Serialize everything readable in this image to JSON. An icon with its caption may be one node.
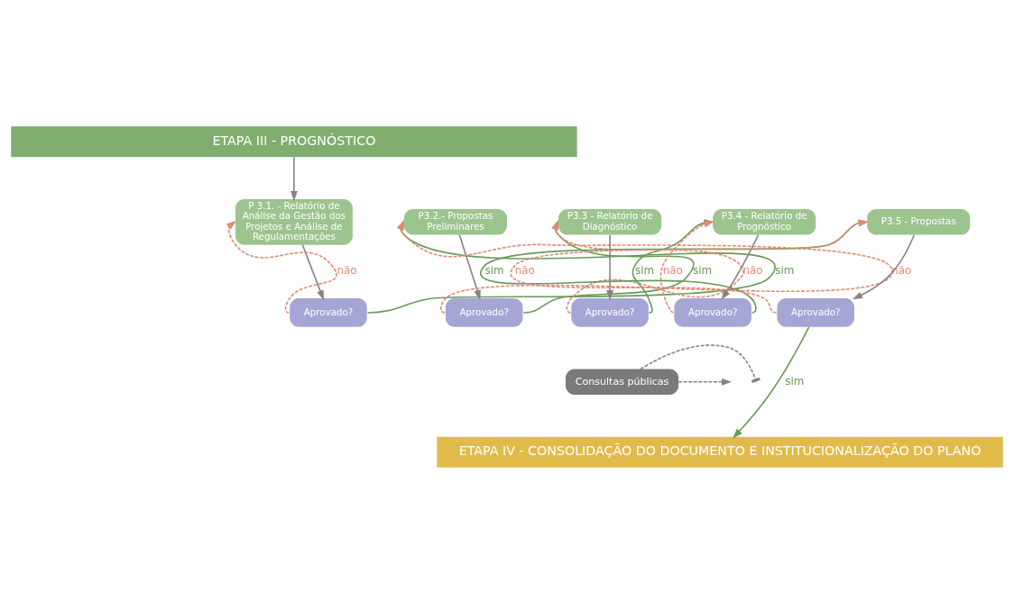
{
  "diagram": {
    "nodes": [
      {
        "text": [
          "ETAPA III - PROGNÓSTICO"
        ]
      },
      {
        "text": [
          "P 3.1. - Relatório de Análise da Gestão dos Projetos e Análise de Regulamentações"
        ]
      },
      {
        "text": [
          "Aprovado?"
        ]
      },
      {
        "text": [
          "P3.2.- Propostas Preliminares"
        ]
      },
      {
        "text": [
          "Aprovado?"
        ]
      },
      {
        "text": [
          "P3.3 - Relatório de Diagnóstico"
        ]
      },
      {
        "text": [
          "Aprovado?"
        ]
      },
      {
        "text": [
          "P3.4 - Relatório de Prognóstico"
        ]
      },
      {
        "text": [
          "Aprovado?"
        ]
      },
      {
        "text": [
          "P3.5 - Propostas"
        ]
      },
      {
        "text": [
          "Aprovado?"
        ]
      },
      {
        "text": [
          "Consultas públicas"
        ]
      },
      {
        "text": [
          "ETAPA IV - CONSOLIDAÇÃO DO DOCUMENTO E INSTITUCIONALIZAÇÃO DO PLANO"
        ]
      }
    ],
    "edges": [
      {
        "from": 0,
        "to": 1,
        "arrow": "to"
      },
      {
        "from": 1,
        "to": 2,
        "arrow": "to"
      },
      {
        "from": 2,
        "to": 1,
        "arrow": "to",
        "label": "não",
        "style": "dashed",
        "color": "#e08a74"
      },
      {
        "from": 2,
        "to": 3,
        "arrow": "to",
        "label": "sim",
        "color": "#6a9a55"
      },
      {
        "from": 3,
        "to": 4,
        "arrow": "to"
      },
      {
        "from": 4,
        "to": 3,
        "arrow": "to",
        "label": "não",
        "style": "dashed",
        "color": "#e08a74"
      },
      {
        "from": 4,
        "to": 5,
        "arrow": "to",
        "label": "sim",
        "color": "#6a9a55"
      },
      {
        "from": 5,
        "to": 6,
        "arrow": "to"
      },
      {
        "from": 6,
        "to": 5,
        "arrow": "to",
        "label": "não",
        "style": "dashed",
        "color": "#e08a74"
      },
      {
        "from": 6,
        "to": 7,
        "arrow": "to",
        "label": "sim",
        "color": "#6a9a55"
      },
      {
        "from": 7,
        "to": 8,
        "arrow": "to"
      },
      {
        "from": 8,
        "to": 7,
        "arrow": "to",
        "label": "não",
        "style": "dashed",
        "color": "#e08a74"
      },
      {
        "from": 8,
        "to": 9,
        "arrow": "to",
        "label": "sim",
        "color": "#6a9a55"
      },
      {
        "from": 9,
        "to": 10,
        "arrow": "to"
      },
      {
        "from": 10,
        "to": 9,
        "arrow": "to",
        "label": "não",
        "style": "dashed",
        "color": "#e08a74"
      },
      {
        "from": 10,
        "to": 12,
        "arrow": "to",
        "label": "sim",
        "color": "#6a9a55"
      },
      {
        "from": 11,
        "to": null,
        "arrow": "other",
        "style": "dashed"
      },
      {
        "from": 11,
        "to": null,
        "arrow": "to",
        "style": "dashed"
      }
    ]
  }
}
